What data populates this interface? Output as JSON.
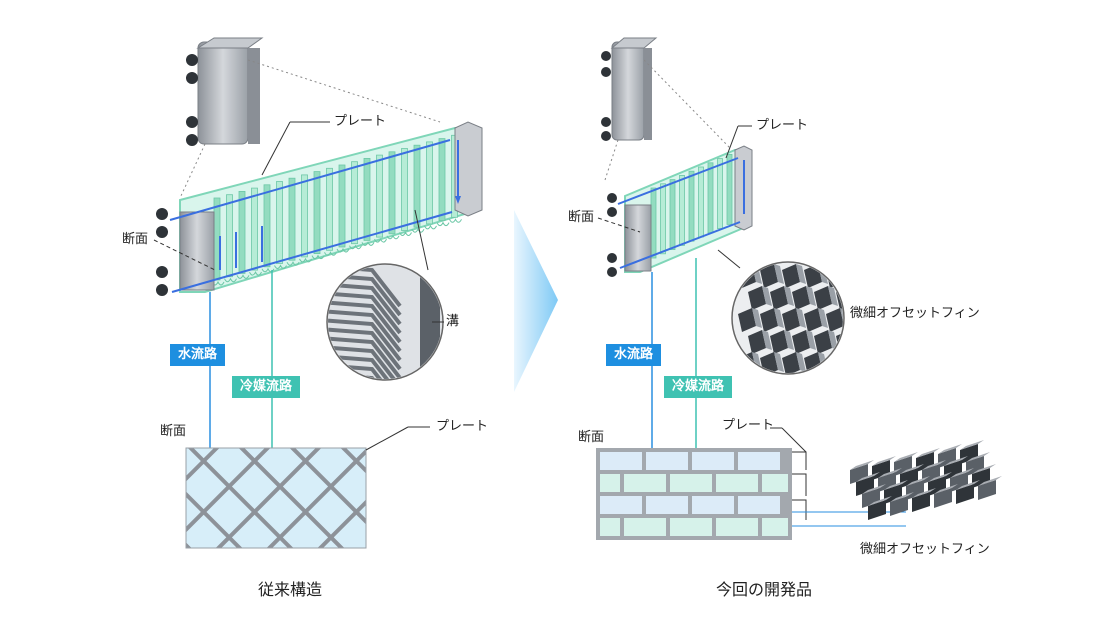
{
  "colors": {
    "water": "#1e8fe0",
    "refrigerant": "#3fc2b2",
    "arrow": "#8fd0f7",
    "plate_metal": "#a9adb3"
  },
  "left": {
    "plate_label": "プレート",
    "section_label": "断面",
    "groove_label": "溝",
    "water_channel": "水流路",
    "refrigerant_channel": "冷媒流路",
    "cross_section_label": "断面",
    "cross_section_plate_label": "プレート",
    "caption": "従来構造"
  },
  "right": {
    "plate_label": "プレート",
    "section_label": "断面",
    "fin_label": "微細オフセットフィン",
    "water_channel": "水流路",
    "refrigerant_channel": "冷媒流路",
    "cross_section_label": "断面",
    "cross_section_plate_label": "プレート",
    "fin_label_bottom": "微細オフセットフィン",
    "caption": "今回の開発品"
  }
}
